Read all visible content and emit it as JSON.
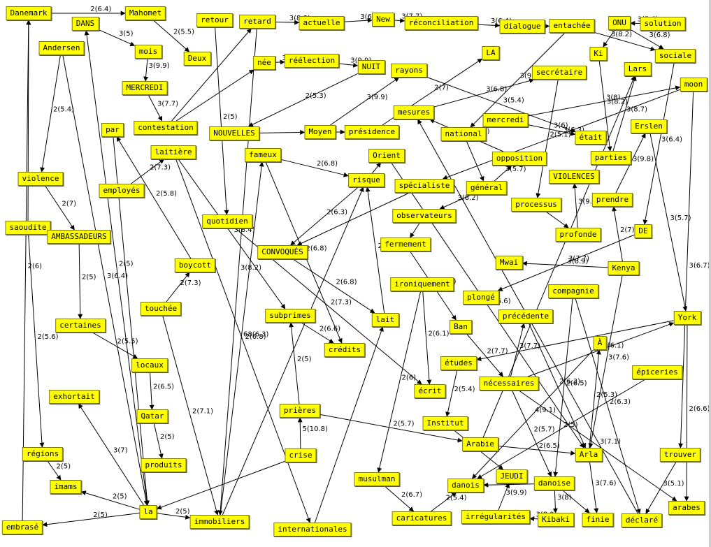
{
  "graph": {
    "nodes": [
      {
        "id": "danemark",
        "label": "Danemark"
      },
      {
        "id": "mahomet",
        "label": "Mahomet"
      },
      {
        "id": "dans",
        "label": "DANS"
      },
      {
        "id": "retour",
        "label": "retour"
      },
      {
        "id": "retard",
        "label": "retard"
      },
      {
        "id": "actuelle",
        "label": "actuelle"
      },
      {
        "id": "new",
        "label": "New"
      },
      {
        "id": "reconciliation",
        "label": "réconciliation"
      },
      {
        "id": "dialogue",
        "label": "dialogue"
      },
      {
        "id": "entachee",
        "label": "entachée"
      },
      {
        "id": "onu",
        "label": "ONU"
      },
      {
        "id": "solution",
        "label": "solution"
      },
      {
        "id": "andersen",
        "label": "Andersen"
      },
      {
        "id": "mois",
        "label": "mois"
      },
      {
        "id": "deux",
        "label": "Deux"
      },
      {
        "id": "nee",
        "label": "née"
      },
      {
        "id": "reelection",
        "label": "réélection"
      },
      {
        "id": "nuit",
        "label": "NUIT"
      },
      {
        "id": "la_up",
        "label": "LA"
      },
      {
        "id": "ki",
        "label": "Ki"
      },
      {
        "id": "sociale",
        "label": "sociale"
      },
      {
        "id": "mercredi_up",
        "label": "MERCREDI"
      },
      {
        "id": "rayons",
        "label": "rayons"
      },
      {
        "id": "secretaire",
        "label": "secrétaire"
      },
      {
        "id": "lars",
        "label": "Lars"
      },
      {
        "id": "moon",
        "label": "moon"
      },
      {
        "id": "contestation",
        "label": "contestation"
      },
      {
        "id": "nouvelles",
        "label": "NOUVELLES"
      },
      {
        "id": "moyen",
        "label": "Moyen"
      },
      {
        "id": "presidence",
        "label": "présidence"
      },
      {
        "id": "mesures",
        "label": "mesures"
      },
      {
        "id": "national",
        "label": "national"
      },
      {
        "id": "mercredi",
        "label": "mercredi"
      },
      {
        "id": "etait",
        "label": "était"
      },
      {
        "id": "erslen",
        "label": "Erslen"
      },
      {
        "id": "par",
        "label": "par"
      },
      {
        "id": "laitiere",
        "label": "laitière"
      },
      {
        "id": "fameux",
        "label": "fameux"
      },
      {
        "id": "orient",
        "label": "Orient"
      },
      {
        "id": "opposition",
        "label": "opposition"
      },
      {
        "id": "parties",
        "label": "parties"
      },
      {
        "id": "violence",
        "label": "violence"
      },
      {
        "id": "employes",
        "label": "employés"
      },
      {
        "id": "risque",
        "label": "risque"
      },
      {
        "id": "specialiste",
        "label": "spécialiste"
      },
      {
        "id": "general",
        "label": "général"
      },
      {
        "id": "violences",
        "label": "VIOLENCES"
      },
      {
        "id": "prendre",
        "label": "prendre"
      },
      {
        "id": "processus",
        "label": "processus"
      },
      {
        "id": "saoudite",
        "label": "saoudite"
      },
      {
        "id": "ambassadeurs",
        "label": "AMBASSADEURS"
      },
      {
        "id": "quotidien",
        "label": "quotidien"
      },
      {
        "id": "observateurs",
        "label": "observateurs"
      },
      {
        "id": "profonde",
        "label": "profonde"
      },
      {
        "id": "de",
        "label": "DE"
      },
      {
        "id": "convoques",
        "label": "CONVOQUÉS"
      },
      {
        "id": "fermement",
        "label": "fermement"
      },
      {
        "id": "mwai",
        "label": "Mwai"
      },
      {
        "id": "kenya",
        "label": "Kenya"
      },
      {
        "id": "boycott",
        "label": "boycott"
      },
      {
        "id": "ironiquement",
        "label": "ironiquement"
      },
      {
        "id": "compagnie",
        "label": "compagnie"
      },
      {
        "id": "touchee",
        "label": "touchée"
      },
      {
        "id": "plonge",
        "label": "plongé"
      },
      {
        "id": "subprimes",
        "label": "subprimes"
      },
      {
        "id": "lait",
        "label": "lait"
      },
      {
        "id": "precedente",
        "label": "précédente"
      },
      {
        "id": "york",
        "label": "York"
      },
      {
        "id": "certaines",
        "label": "certaines"
      },
      {
        "id": "ban",
        "label": "Ban"
      },
      {
        "id": "credits",
        "label": "crédits"
      },
      {
        "id": "a_accent",
        "label": "À"
      },
      {
        "id": "locaux",
        "label": "locaux"
      },
      {
        "id": "etudes",
        "label": "études"
      },
      {
        "id": "epiceries",
        "label": "épiceries"
      },
      {
        "id": "necessaires",
        "label": "nécessaires"
      },
      {
        "id": "exhortait",
        "label": "exhortait"
      },
      {
        "id": "ecrit",
        "label": "écrit"
      },
      {
        "id": "qatar",
        "label": "Qatar"
      },
      {
        "id": "prieres",
        "label": "prières"
      },
      {
        "id": "institut",
        "label": "Institut"
      },
      {
        "id": "arabie",
        "label": "Arabie"
      },
      {
        "id": "arla",
        "label": "Arla"
      },
      {
        "id": "trouver",
        "label": "trouver"
      },
      {
        "id": "regions",
        "label": "régions"
      },
      {
        "id": "produits",
        "label": "produits"
      },
      {
        "id": "crise",
        "label": "crise"
      },
      {
        "id": "jeudi",
        "label": "JEUDI"
      },
      {
        "id": "imams",
        "label": "imams"
      },
      {
        "id": "musulman",
        "label": "musulman"
      },
      {
        "id": "danois",
        "label": "danois"
      },
      {
        "id": "danoise",
        "label": "danoise"
      },
      {
        "id": "la_low",
        "label": "la"
      },
      {
        "id": "arabes",
        "label": "arabes"
      },
      {
        "id": "embrase",
        "label": "embrasé"
      },
      {
        "id": "immobiliers",
        "label": "immobiliers"
      },
      {
        "id": "internationales",
        "label": "internationales"
      },
      {
        "id": "caricatures",
        "label": "caricatures"
      },
      {
        "id": "irregularites",
        "label": "irrégularités"
      },
      {
        "id": "kibaki",
        "label": "Kibaki"
      },
      {
        "id": "finie",
        "label": "finie"
      },
      {
        "id": "declare",
        "label": "déclaré"
      }
    ],
    "edges": [
      {
        "from": "danemark",
        "to": "mahomet",
        "label": "2(6.4)"
      },
      {
        "from": "dans",
        "to": "mois",
        "label": "3(5)"
      },
      {
        "from": "mahomet",
        "to": "deux",
        "label": "2(5.5)"
      },
      {
        "from": "retour",
        "to": "quotidien",
        "label": "2(5)"
      },
      {
        "from": "retard",
        "to": "actuelle",
        "label": "3(8.8)"
      },
      {
        "from": "actuelle",
        "to": "new",
        "label": "3(6)"
      },
      {
        "from": "new",
        "to": "reconciliation",
        "label": "3(7.7)"
      },
      {
        "from": "reconciliation",
        "to": "dialogue",
        "label": "3(6.4)"
      },
      {
        "from": "dialogue",
        "to": "entachee",
        "label": ""
      },
      {
        "from": "solution",
        "to": "onu",
        "label": "3(5.6)"
      },
      {
        "from": "onu",
        "to": "sociale",
        "label": "3(6.8)"
      },
      {
        "from": "onu",
        "to": "ki",
        "label": "3(8.2)"
      },
      {
        "from": "entachee",
        "to": "sociale",
        "label": ""
      },
      {
        "from": "mois",
        "to": "mercredi_up",
        "label": "3(9.9)"
      },
      {
        "from": "mercredi_up",
        "to": "contestation",
        "label": "3(7.7)"
      },
      {
        "from": "nee",
        "to": "reelection",
        "label": "3(8)"
      },
      {
        "from": "reelection",
        "to": "nuit",
        "label": "3(9.9)"
      },
      {
        "from": "contestation",
        "to": "nee",
        "label": ""
      },
      {
        "from": "nuit",
        "to": "nouvelles",
        "label": "2(5.3)"
      },
      {
        "from": "nouvelles",
        "to": "moyen",
        "label": ""
      },
      {
        "from": "moyen",
        "to": "rayons",
        "label": "3(9.9)"
      },
      {
        "from": "presidence",
        "to": "la_up",
        "label": "2(7)"
      },
      {
        "from": "mesures",
        "to": "secretaire",
        "label": "3(6.8)"
      },
      {
        "from": "rayons",
        "to": "etait",
        "label": "3(5.4)"
      },
      {
        "from": "mercredi",
        "to": "moon",
        "label": "3(8)"
      },
      {
        "from": "entachee",
        "to": "national",
        "label": "3(9.9)"
      },
      {
        "from": "ki",
        "to": "parties",
        "label": "3(8.2)"
      },
      {
        "from": "parties",
        "to": "lars",
        "label": "3(8.7)"
      },
      {
        "from": "sociale",
        "to": "de",
        "label": "3(6.4)"
      },
      {
        "from": "moon",
        "to": "trouver",
        "label": "3(6.7)"
      },
      {
        "from": "erslen",
        "to": "york",
        "label": "3(5.7)"
      },
      {
        "from": "secretaire",
        "to": "processus",
        "label": "2(5.1)"
      },
      {
        "from": "mercredi",
        "to": "etait",
        "label": "3(6)"
      },
      {
        "from": "retard",
        "to": "immobiliers",
        "label": "3(8.2)"
      },
      {
        "from": "moyen",
        "to": "presidence",
        "label": ""
      },
      {
        "from": "andersen",
        "to": "violence",
        "label": "2(5.4)"
      },
      {
        "from": "violence",
        "to": "ambassadeurs",
        "label": "2(7)"
      },
      {
        "from": "employes",
        "to": "laitiere",
        "label": "2(7.3)"
      },
      {
        "from": "laitiere",
        "to": "subprimes",
        "label": "3(8.4)"
      },
      {
        "from": "boycott",
        "to": "par",
        "label": "2(5.8)"
      },
      {
        "from": "fameux",
        "to": "risque",
        "label": "2(6.8)"
      },
      {
        "from": "fameux",
        "to": "credits",
        "label": "2(6.8)"
      },
      {
        "from": "risque",
        "to": "orient",
        "label": ""
      },
      {
        "from": "risque",
        "to": "convoques",
        "label": "2(6.3)"
      },
      {
        "from": "orient",
        "to": "arla",
        "label": "2(6.6)"
      },
      {
        "from": "general",
        "to": "opposition",
        "label": "3(5.7)"
      },
      {
        "from": "national",
        "to": "general",
        "label": ""
      },
      {
        "from": "opposition",
        "to": "mesures",
        "label": "2(6.1)"
      },
      {
        "from": "processus",
        "to": "profonde",
        "label": ""
      },
      {
        "from": "profonde",
        "to": "violences",
        "label": "3(9.3)"
      },
      {
        "from": "prendre",
        "to": "erslen",
        "label": "3(9.8)"
      },
      {
        "from": "kenya",
        "to": "prendre",
        "label": "2(7)"
      },
      {
        "from": "general",
        "to": "observateurs",
        "label": "3(8.2)"
      },
      {
        "from": "observateurs",
        "to": "fermement",
        "label": ""
      },
      {
        "from": "fermement",
        "to": "ban",
        "label": "2(6.8)"
      },
      {
        "from": "quotidien",
        "to": "ecrit",
        "label": "2(7.3)"
      },
      {
        "from": "convoques",
        "to": "lait",
        "label": "2(6.8)"
      },
      {
        "from": "moon",
        "to": "specialiste",
        "label": "3(6.3)"
      },
      {
        "from": "specialiste",
        "to": "convoques",
        "label": ""
      },
      {
        "from": "de",
        "to": "plonge",
        "label": "3(7.7)"
      },
      {
        "from": "kenya",
        "to": "mwai",
        "label": "3(8.9)"
      },
      {
        "from": "york",
        "to": "arabes",
        "label": "2(6.6)"
      },
      {
        "from": "ambassadeurs",
        "to": "certaines",
        "label": "2(5)"
      },
      {
        "from": "certaines",
        "to": "locaux",
        "label": "2(5.5)"
      },
      {
        "from": "touchee",
        "to": "boycott",
        "label": "2(7.3)"
      },
      {
        "from": "touchee",
        "to": "immobiliers",
        "label": "2(7.1)"
      },
      {
        "from": "laitiere",
        "to": "internationales",
        "label": "2(6.8)"
      },
      {
        "from": "subprimes",
        "to": "credits",
        "label": "2(6.6)"
      },
      {
        "from": "lait",
        "to": "risque",
        "label": "2(5.7)"
      },
      {
        "from": "ironiquement",
        "to": "ecrit",
        "label": "2(6.1)"
      },
      {
        "from": "ban",
        "to": "necessaires",
        "label": "2(7.7)"
      },
      {
        "from": "necessaires",
        "to": "precedente",
        "label": "3(7.7)"
      },
      {
        "from": "precedente",
        "to": "arla",
        "label": "2(6.3)"
      },
      {
        "from": "compagnie",
        "to": "danoise",
        "label": "2(6.5)"
      },
      {
        "from": "necessaires",
        "to": "york",
        "label": "3(6.1)"
      },
      {
        "from": "arla",
        "to": "a_accent",
        "label": "2(5.3)"
      },
      {
        "from": "a_accent",
        "to": "danois",
        "label": "4(9.1)"
      },
      {
        "from": "locaux",
        "to": "qatar",
        "label": "2(6.5)"
      },
      {
        "from": "qatar",
        "to": "produits",
        "label": "2(5)"
      },
      {
        "from": "prieres",
        "to": "subprimes",
        "label": "2(5)"
      },
      {
        "from": "crise",
        "to": "prieres",
        "label": "5(10.8)"
      },
      {
        "from": "prieres",
        "to": "arabie",
        "label": "2(5.7)"
      },
      {
        "from": "etudes",
        "to": "institut",
        "label": "2(5.4)"
      },
      {
        "from": "necessaires",
        "to": "danoise",
        "label": "2(5.7)"
      },
      {
        "from": "necessaires",
        "to": "arabes",
        "label": "3(7.1)"
      },
      {
        "from": "arabie",
        "to": "arla",
        "label": "2(6.5)"
      },
      {
        "from": "arla",
        "to": "finie",
        "label": "3(7.6)"
      },
      {
        "from": "epiceries",
        "to": "danois",
        "label": "2(5)"
      },
      {
        "from": "saoudite",
        "to": "regions",
        "label": "2(5.6)"
      },
      {
        "from": "regions",
        "to": "imams",
        "label": "2(5)"
      },
      {
        "from": "la_low",
        "to": "exhortait",
        "label": "3(7)"
      },
      {
        "from": "la_low",
        "to": "imams",
        "label": "2(5)"
      },
      {
        "from": "la_low",
        "to": "immobiliers",
        "label": "2(5)"
      },
      {
        "from": "la_low",
        "to": "embrase",
        "label": "2(5)"
      },
      {
        "from": "embrase",
        "to": "danemark",
        "label": "2(6)"
      },
      {
        "from": "crise",
        "to": "la_low",
        "label": ""
      },
      {
        "from": "immobiliers",
        "to": "fameux",
        "label": "68(6.3)"
      },
      {
        "from": "immobiliers",
        "to": "risque",
        "label": ""
      },
      {
        "from": "internationales",
        "to": "lait",
        "label": ""
      },
      {
        "from": "musulman",
        "to": "caricatures",
        "label": "2(6.7)"
      },
      {
        "from": "caricatures",
        "to": "danois",
        "label": "2(5.4)"
      },
      {
        "from": "ironiquement",
        "to": "musulman",
        "label": "2(6)"
      },
      {
        "from": "irregularites",
        "to": "jeudi",
        "label": "3(9.9)"
      },
      {
        "from": "danoise",
        "to": "danois",
        "label": "2(7)"
      },
      {
        "from": "kibaki",
        "to": "irregularites",
        "label": "3(8.9)"
      },
      {
        "from": "danoise",
        "to": "kibaki",
        "label": "3(8)"
      },
      {
        "from": "danoise",
        "to": "finie",
        "label": ""
      },
      {
        "from": "compagnie",
        "to": "declare",
        "label": "2(6.3)"
      },
      {
        "from": "trouver",
        "to": "declare",
        "label": "3(5.1)"
      },
      {
        "from": "la_low",
        "to": "dans",
        "label": "2(5)"
      },
      {
        "from": "andersen",
        "to": "la_low",
        "label": "3(6.4)"
      },
      {
        "from": "saoudite",
        "to": "danemark",
        "label": ""
      },
      {
        "from": "par",
        "to": "la_low",
        "label": ""
      },
      {
        "from": "contestation",
        "to": "retard",
        "label": ""
      },
      {
        "from": "arabie",
        "to": "lars",
        "label": ""
      },
      {
        "from": "declare",
        "to": "mesures",
        "label": ""
      },
      {
        "from": "kenya",
        "to": "arla",
        "label": "3(7.6)"
      },
      {
        "from": "york",
        "to": "etudes",
        "label": ""
      },
      {
        "from": "institut",
        "to": "jeudi",
        "label": ""
      }
    ]
  }
}
